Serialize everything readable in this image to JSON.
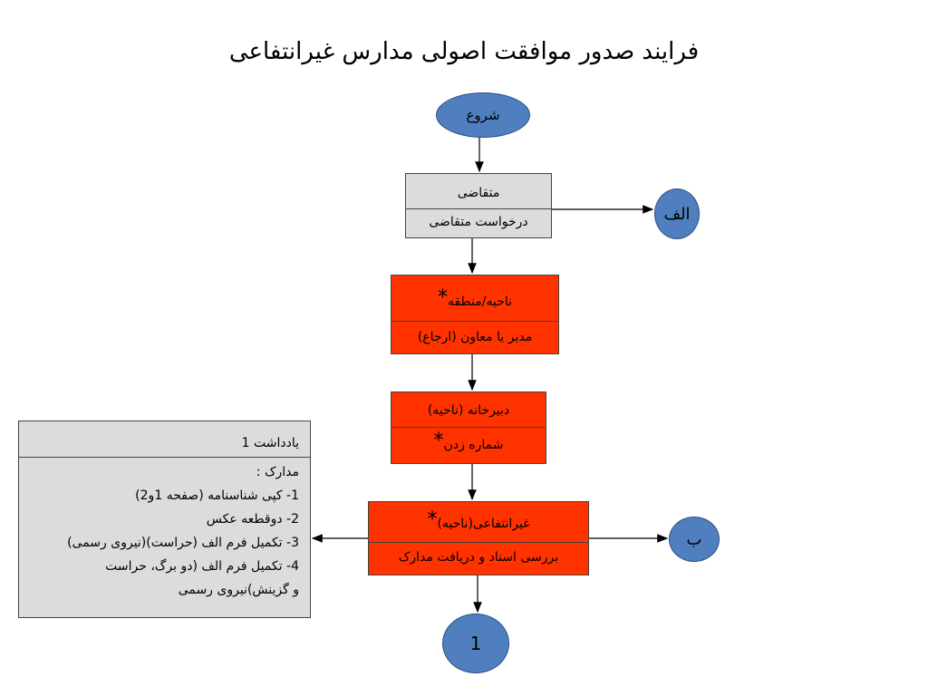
{
  "title": "فرایند صدور موافقت اصولی مدارس غیرانتفاعی",
  "nodes": {
    "start": "شروع",
    "applicant": {
      "actor": "متقاضی",
      "task": "درخواست متقاضی"
    },
    "district": {
      "actor": "ناحیه/منطقه",
      "task": "مدیر یا معاون (ارجاع)"
    },
    "secretariat": {
      "actor": "دبیرخانه (ناحیه)",
      "task": "شماره زدن"
    },
    "nonprofit": {
      "actor": "غیرانتفاعی(ناحیه)",
      "task": "بررسی اسناد و دریافت مدارک"
    },
    "connector_alef": "الف",
    "connector_be": "ب",
    "connector_one": "1"
  },
  "note": {
    "title": "یادداشت 1",
    "lines": [
      "مدارک :",
      "1- کپی شناسنامه (صفحه 1و2)",
      "2- دوقطعه عکس",
      "3- تکمیل فرم الف (حراست)(نیروی رسمی)",
      "4- تکمیل فرم الف (دو برگ، حراست",
      "و گزینش)نیروی رسمی"
    ]
  },
  "marker": "*",
  "colors": {
    "gray_box": "#dcdcdc",
    "red_box": "#ff3300",
    "oval": "#4f7fbf"
  }
}
